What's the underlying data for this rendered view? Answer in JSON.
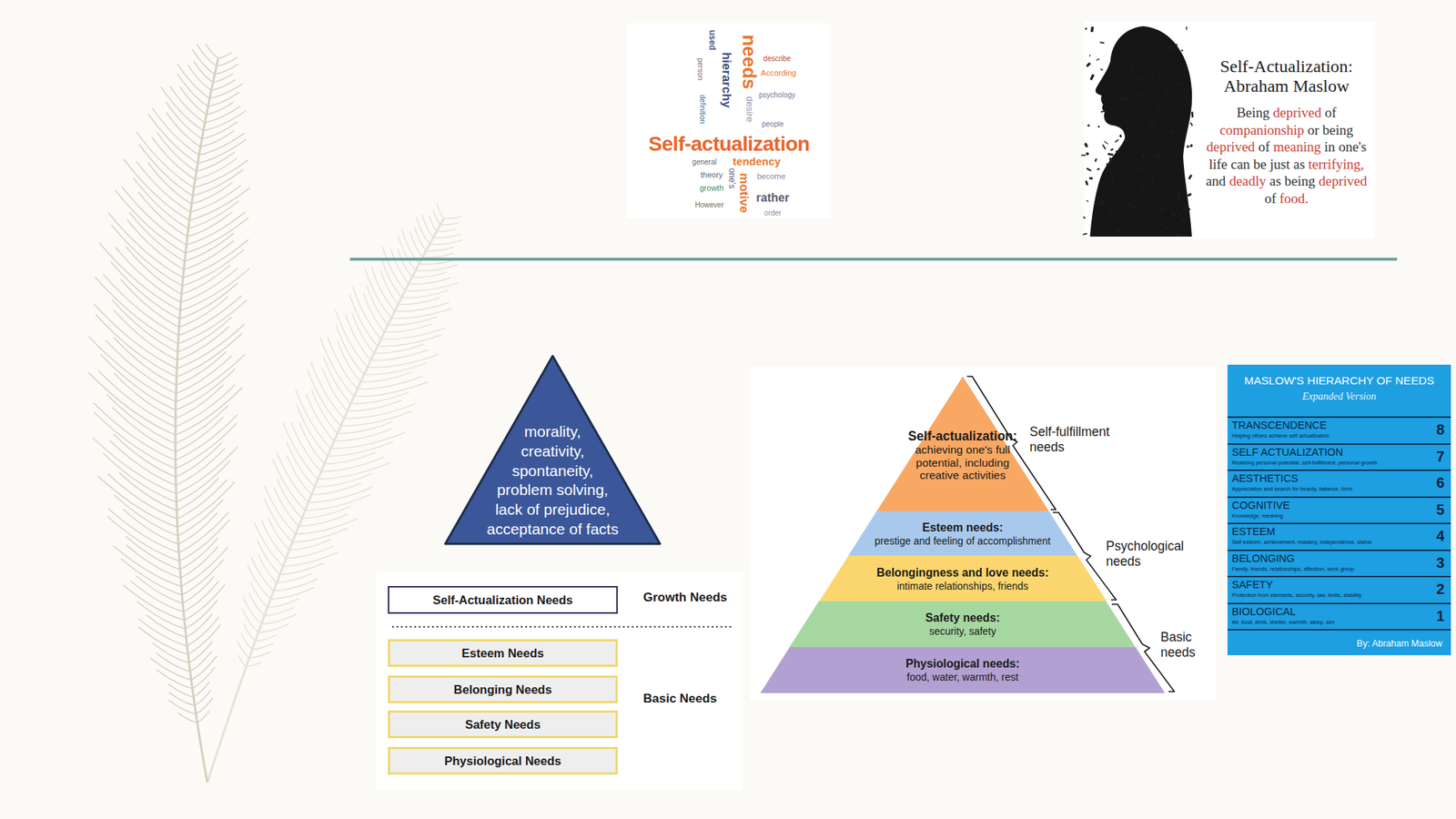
{
  "diagram": {
    "nodes": [
      {
        "text": [
          "morality, creativity, spontaneity, problem solving, lack of prejudice, acceptance of facts"
        ]
      },
      {
        "text": [
          "Self-Actualization Needs"
        ]
      },
      {
        "text": [
          "Esteem Needs"
        ]
      },
      {
        "text": [
          "Belonging Needs"
        ]
      },
      {
        "text": [
          "Safety Needs"
        ]
      },
      {
        "text": [
          "Physiological Needs"
        ]
      },
      {
        "text": [
          "Self-actualization:",
          "achieving one's full potential, including creative activities"
        ]
      },
      {
        "text": [
          "Esteem needs:",
          "prestige and feeling of accomplishment"
        ]
      },
      {
        "text": [
          "Belongingness and love needs:",
          "intimate relationships, friends"
        ]
      },
      {
        "text": [
          "Safety needs:",
          "security, safety"
        ]
      },
      {
        "text": [
          "Physiological needs:",
          "food, water, warmth, rest"
        ]
      },
      {
        "text": [
          "MASLOW'S HIERARCHY OF NEEDS",
          "Expanded Version",
          "By: Abraham Maslow"
        ]
      },
      {
        "text": [
          "TRANSCENDENCE",
          "Helping others achieve self actualization",
          "8"
        ],
        "in": 11
      },
      {
        "text": [
          "SELF ACTUALIZATION",
          "Realizing personal potential, self-fulfillment, personal growth",
          "7"
        ],
        "in": 11
      },
      {
        "text": [
          "AESTHETICS",
          "Appreciation and search for beauty, balance, form",
          "6"
        ],
        "in": 11
      },
      {
        "text": [
          "COGNITIVE",
          "Knowledge, meaning",
          "5"
        ],
        "in": 11
      },
      {
        "text": [
          "ESTEEM",
          "Self esteem, achievement, mastery, independence, status",
          "4"
        ],
        "in": 11
      },
      {
        "text": [
          "BELONGING",
          "Family, friends, relationships, affection, work group",
          "3"
        ],
        "in": 11
      },
      {
        "text": [
          "SAFETY",
          "Protection from elements, security, law, limits, stability",
          "2"
        ],
        "in": 11
      },
      {
        "text": [
          "BIOLOGICAL",
          "Air, food, drink, shelter, warmth, sleep, sex",
          "1"
        ],
        "in": 11
      }
    ],
    "labels": [
      "Self-actualization",
      "needs",
      "hierarchy",
      "desire",
      "tendency",
      "motive",
      "rather",
      "psychology",
      "become",
      "growth",
      "theory",
      "definition",
      "However",
      "used",
      "person",
      "According",
      "one's",
      "people",
      "order",
      "general",
      "describe",
      "Self-Actualization: Abraham Maslow",
      "Being deprived of companionship or being deprived of meaning in one's life can be just as terrifying, and deadly as being deprived of food.",
      "Growth Needs",
      "Basic Needs",
      "Self-fulfillment needs",
      "Psychological needs",
      "Basic needs"
    ]
  }
}
